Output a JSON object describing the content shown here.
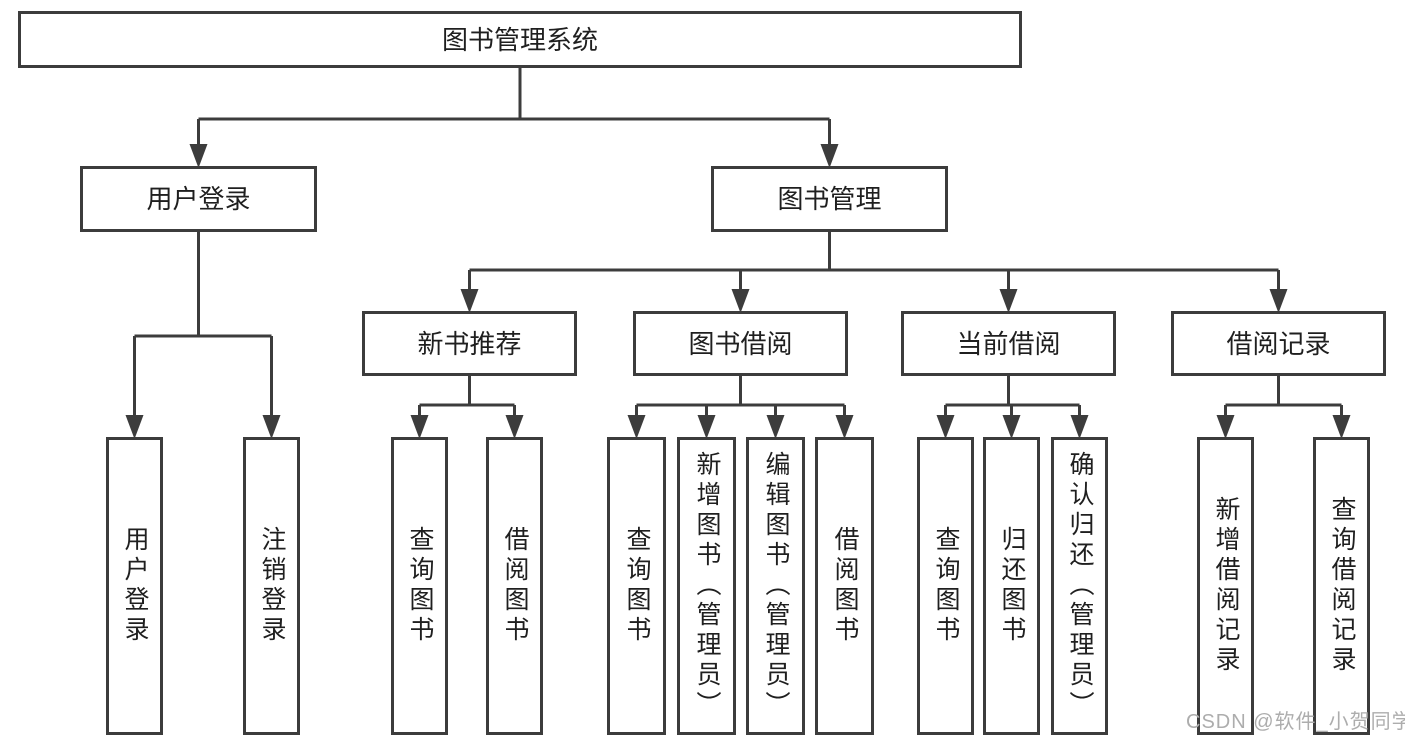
{
  "diagram_title": "图书管理系统",
  "colors": {
    "line": "#3c3c3c",
    "text": "#1f1f1f",
    "box_background": "#ffffff",
    "page_background": "#ffffff",
    "watermark": "#adadad"
  },
  "watermark": "CSDN @软件_小贺同学",
  "tree": {
    "label": "图书管理系统",
    "children": [
      {
        "label": "用户登录",
        "children": [
          {
            "label": "用户登录"
          },
          {
            "label": "注销登录"
          }
        ]
      },
      {
        "label": "图书管理",
        "children": [
          {
            "label": "新书推荐",
            "children": [
              {
                "label": "查询图书"
              },
              {
                "label": "借阅图书"
              }
            ]
          },
          {
            "label": "图书借阅",
            "children": [
              {
                "label": "查询图书"
              },
              {
                "label": "新增图书（管理员）"
              },
              {
                "label": "编辑图书（管理员）"
              },
              {
                "label": "借阅图书"
              }
            ]
          },
          {
            "label": "当前借阅",
            "children": [
              {
                "label": "查询图书"
              },
              {
                "label": "归还图书"
              },
              {
                "label": "确认归还（管理员）"
              }
            ]
          },
          {
            "label": "借阅记录",
            "children": [
              {
                "label": "新增借阅记录"
              },
              {
                "label": "查询借阅记录"
              }
            ]
          }
        ]
      }
    ]
  }
}
